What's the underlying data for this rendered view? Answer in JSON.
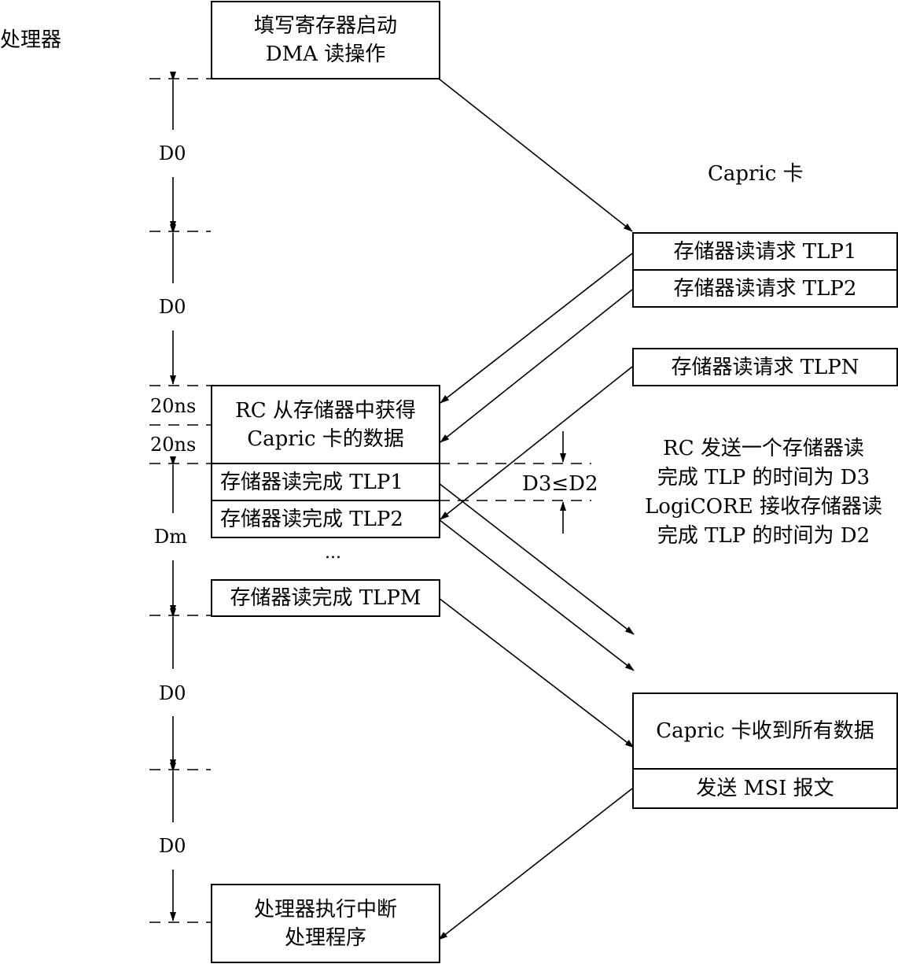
{
  "lanes": {
    "processor": "处理器",
    "card": "Capric 卡"
  },
  "processor_boxes": {
    "start": [
      "填写寄存器启动",
      "DMA 读操作"
    ],
    "rc_fetch": [
      "RC 从存储器中获得",
      "Capric 卡的数据"
    ],
    "completion_1": "存储器读完成 TLP1",
    "completion_2": "存储器读完成 TLP2",
    "ellipsis": "...",
    "completion_m": "存储器读完成 TLPM",
    "interrupt": [
      "处理器执行中断",
      "处理程序"
    ]
  },
  "card_boxes": {
    "request_1": "存储器读请求 TLP1",
    "request_2": "存储器读请求 TLP2",
    "request_n": "存储器读请求 TLPN",
    "received": "Capric 卡收到所有数据",
    "msi": "发送 MSI 报文"
  },
  "timing_labels": {
    "d0_1": "D0",
    "d0_2": "D0",
    "t20ns_1": "20ns",
    "t20ns_2": "20ns",
    "dm": "Dm",
    "d0_3": "D0",
    "d0_4": "D0",
    "d3_le_d2": "D3≤D2"
  },
  "note": [
    "RC 发送一个存储器读",
    "完成 TLP 的时间为 D3",
    "LogiCORE 接收存储器读",
    "完成 TLP 的时间为 D2"
  ]
}
